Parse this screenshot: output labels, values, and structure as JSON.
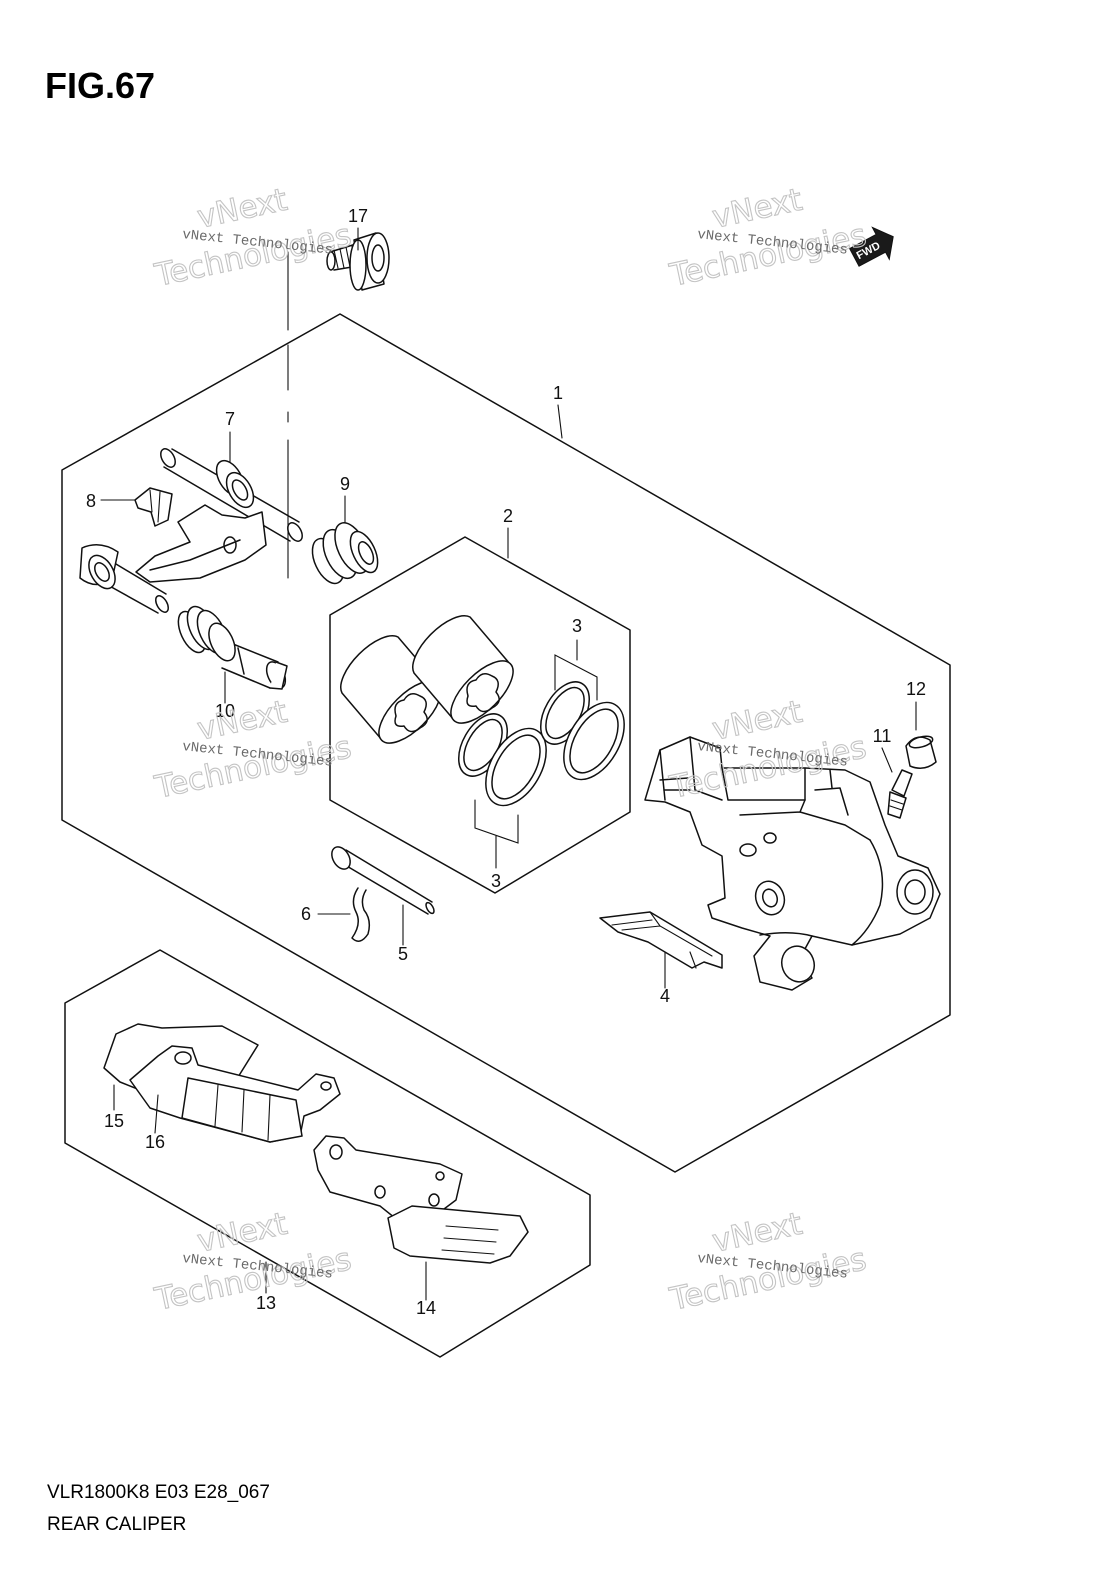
{
  "figure": {
    "title": "FIG.67"
  },
  "callouts": {
    "p17": "17",
    "p1": "1",
    "p7": "7",
    "p8": "8",
    "p9": "9",
    "p2": "2",
    "p3a": "3",
    "p10": "10",
    "p12": "12",
    "p11": "11",
    "p3b": "3",
    "p6": "6",
    "p5": "5",
    "p4": "4",
    "p15": "15",
    "p16": "16",
    "p13": "13",
    "p14": "14"
  },
  "direction_badge": {
    "label": "FWD",
    "icon": "forward-arrow-icon"
  },
  "watermark": {
    "line_small": "vNext Technologies",
    "large_top": "vNext",
    "large_bottom": "Technologies"
  },
  "footer": {
    "model_code": "VLR1800K8 E03 E28_067",
    "caption": "REAR CALIPER"
  },
  "colors": {
    "ink": "#111111",
    "watermark": "#c4c4c4",
    "badge": "#1a1a1a"
  }
}
